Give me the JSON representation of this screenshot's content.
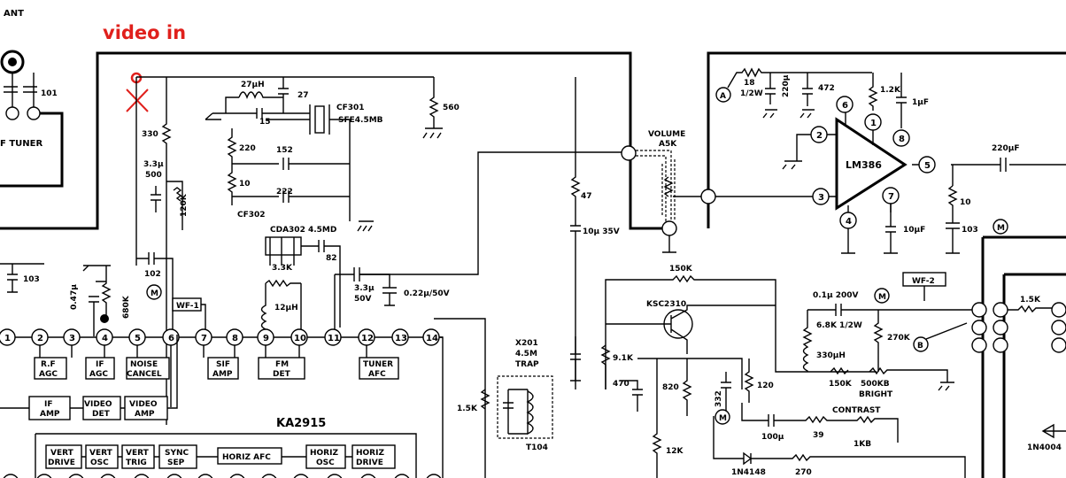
{
  "annotation": {
    "video_in": "video in",
    "color": "#e0201c"
  },
  "antenna": {
    "ant": "ANT",
    "cap_101": "101",
    "tuner": "F TUNER"
  },
  "ic": {
    "name": "KA2915",
    "pins": [
      "1",
      "2",
      "3",
      "4",
      "5",
      "6",
      "7",
      "8",
      "9",
      "10",
      "11",
      "12",
      "13",
      "14"
    ],
    "blocks": {
      "rf_agc_1": "R.F",
      "rf_agc_2": "AGC",
      "if_agc_1": "IF",
      "if_agc_2": "AGC",
      "noise_1": "NOISE",
      "noise_2": "CANCEL",
      "sif_1": "SIF",
      "sif_2": "AMP",
      "fm_1": "FM",
      "fm_2": "DET",
      "tuner_afc_1": "TUNER",
      "tuner_afc_2": "AFC",
      "if_amp_1": "IF",
      "if_amp_2": "AMP",
      "video_det_1": "VIDEO",
      "video_det_2": "DET",
      "video_amp_1": "VIDEO",
      "video_amp_2": "AMP",
      "vert_drive_1": "VERT",
      "vert_drive_2": "DRIVE",
      "vert_osc_1": "VERT",
      "vert_osc_2": "OSC",
      "vert_trig_1": "VERT",
      "vert_trig_2": "TRIG",
      "sync_sep_1": "SYNC",
      "sync_sep_2": "SEP",
      "horiz_afc": "HORIZ AFC",
      "horiz_osc_1": "HORIZ",
      "horiz_osc_2": "OSC",
      "horiz_drive_1": "HORIZ",
      "horiz_drive_2": "DRIVE"
    }
  },
  "components": {
    "r330": "330",
    "c33u": "3.3µ",
    "c500": "500",
    "r120k": "120K",
    "l27": "27µH",
    "c27": "27",
    "c15": "15",
    "cf301": "CF301",
    "sfe": "SFE4.5MB",
    "r560": "560",
    "r220": "220",
    "c152": "152",
    "r10": "10",
    "c222": "222",
    "cf302": "CF302",
    "cda302": "CDA302 4.5MD",
    "c82": "82",
    "r33k": "3.3K",
    "l12": "12µH",
    "c103": "103",
    "c047": "0.47µ",
    "r680k": "680K",
    "c102": "102",
    "wf1": "WF-1",
    "c33u_b": "3.3µ",
    "c50v": "50V",
    "c022": "0.22µ/50V",
    "r47": "47",
    "c10u35": "10µ 35V",
    "volume": "VOLUME",
    "volume_val": "A5K",
    "r18": "18",
    "r18w": "1/2W",
    "c220u": "220µ",
    "c472": "472",
    "r12k": "1.2K",
    "c1u": "1µF",
    "lm386": "LM386",
    "c220uf": "220µF",
    "r10b": "10",
    "c103b": "103",
    "c10uf": "10µF",
    "r150k": "150K",
    "ksc": "KSC2310",
    "c01": "0.1µ 200V",
    "r68k": "6.8K 1/2W",
    "r270k": "270K",
    "wf2": "WF-2",
    "r15k": "1.5K",
    "x201": "X201",
    "x201b": "4.5M",
    "trap": "TRAP",
    "r91k": "9.1K",
    "c470": "470",
    "r820": "820",
    "c332": "332",
    "r120": "120",
    "l330": "330µH",
    "r150kb": "150K",
    "bright": "500KB",
    "bright_lbl": "BRIGHT",
    "contrast": "CONTRAST",
    "c100u": "100µ",
    "r39": "39",
    "r1kb": "1KB",
    "r15kb": "1.5K",
    "t104": "T104",
    "r12kb": "12K",
    "d1n4148": "1N4148",
    "r270": "270",
    "d1n4004": "1N4004"
  },
  "markers": {
    "a": "A",
    "b": "B",
    "m": "M",
    "lm_pins": [
      "6",
      "1",
      "8",
      "2",
      "3",
      "4",
      "7",
      "5"
    ]
  }
}
